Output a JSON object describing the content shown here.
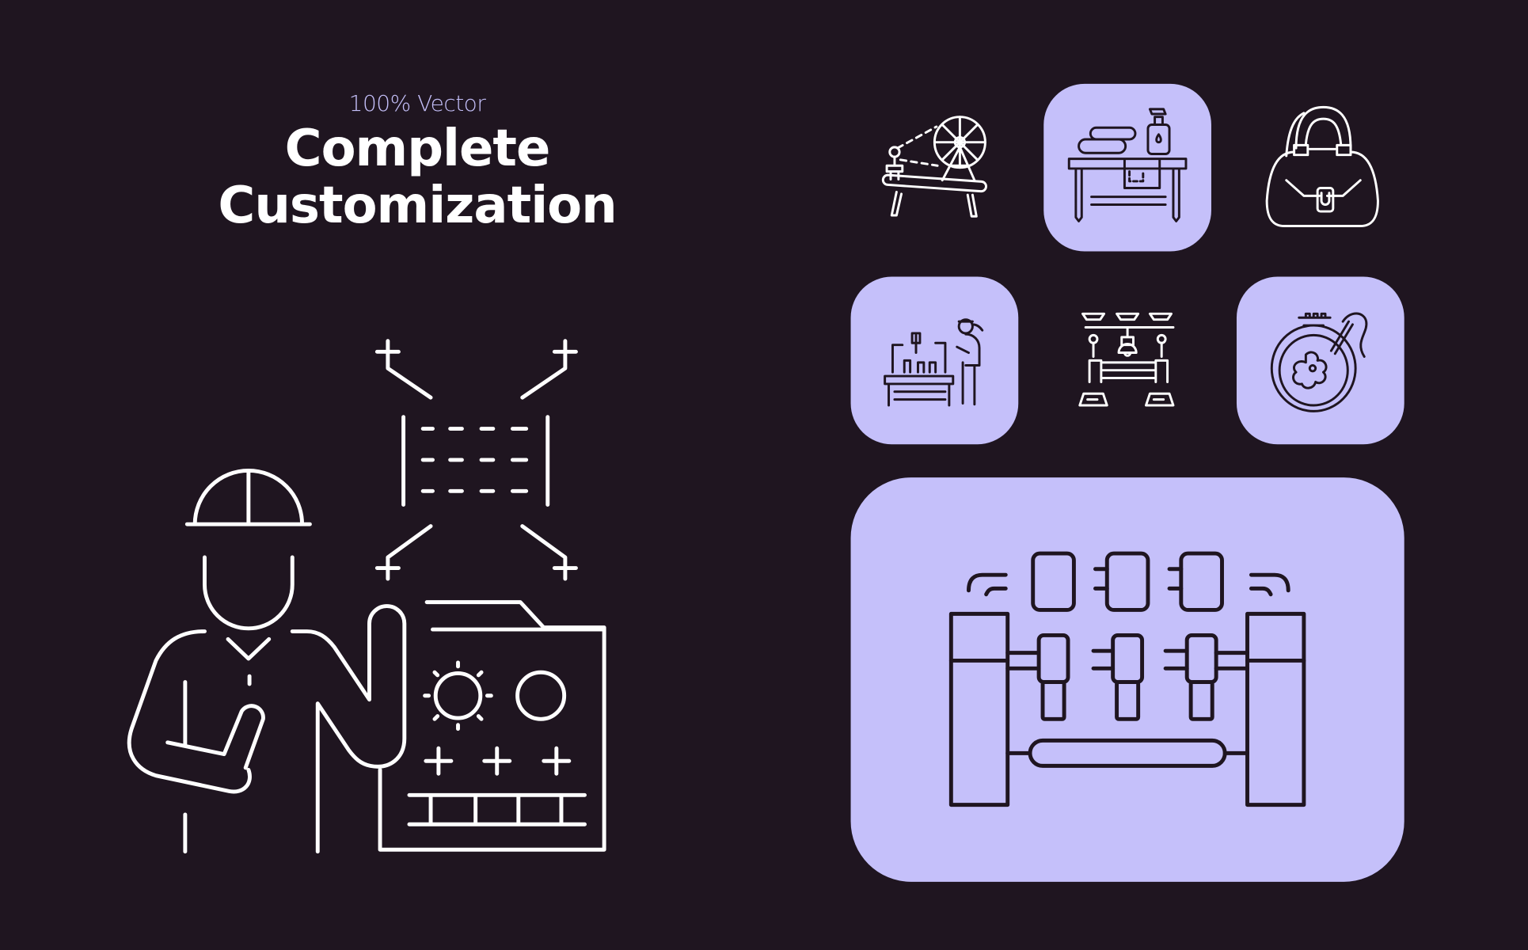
{
  "header": {
    "eyebrow": "100% Vector",
    "title_line1": "Complete",
    "title_line2": "Customization"
  },
  "colors": {
    "background": "#1f1520",
    "accent": "#c5c0fa",
    "text": "#ffffff"
  },
  "icons": [
    "engineer-with-control-panel-icon",
    "spinning-wheel-icon",
    "workbench-with-towels-and-spray-icon",
    "handbag-icon",
    "worker-at-machine-icon",
    "assembly-machine-icon",
    "embroidery-hoop-icon",
    "textile-machine-icon"
  ]
}
